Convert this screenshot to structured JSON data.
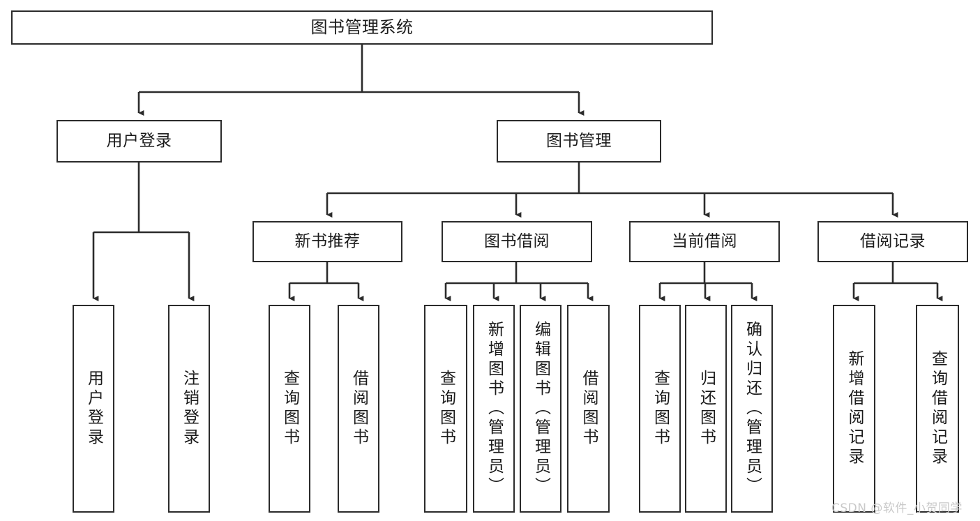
{
  "diagram": {
    "title": "图书管理系统",
    "type": "functional-structure-tree",
    "stroke_color": "#2b2b2b",
    "fill_color": "#ffffff",
    "text_color": "#1b1b1b"
  },
  "root": {
    "label": "图书管理系统"
  },
  "level1": [
    {
      "label": "用户登录"
    },
    {
      "label": "图书管理"
    }
  ],
  "level2": [
    {
      "label": "新书推荐"
    },
    {
      "label": "图书借阅"
    },
    {
      "label": "当前借阅"
    },
    {
      "label": "借阅记录"
    }
  ],
  "leaves": {
    "user_login": [
      {
        "label": "用户登录"
      },
      {
        "label": "注销登录"
      }
    ],
    "new_book_recommend": [
      {
        "label": "查询图书"
      },
      {
        "label": "借阅图书"
      }
    ],
    "book_borrow": [
      {
        "label": "查询图书"
      },
      {
        "label": "新增图书（管理员）"
      },
      {
        "label": "编辑图书（管理员）"
      },
      {
        "label": "借阅图书"
      }
    ],
    "current_borrow": [
      {
        "label": "查询图书"
      },
      {
        "label": "归还图书"
      },
      {
        "label": "确认归还（管理员）"
      }
    ],
    "borrow_record": [
      {
        "label": "新增借阅记录"
      },
      {
        "label": "查询借阅记录"
      }
    ]
  },
  "watermark": {
    "text": "CSDN @软件_小贺同学",
    "color": "#c9c9c9"
  }
}
